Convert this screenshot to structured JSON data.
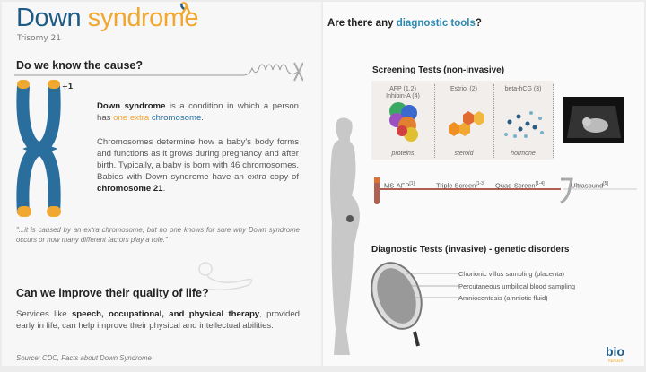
{
  "header": {
    "title_part1": "Down",
    "title_part2": "syndrome",
    "subtitle": "Trisomy 21"
  },
  "cause": {
    "heading": "Do we know the cause?",
    "extra_label": "+1",
    "p1_bold": "Down syndrome",
    "p1_mid": " is a condition in which a person has ",
    "p1_orange": "one extra",
    "p1_blue": "chromosome",
    "p1_end": ".",
    "p2": "Chromosomes determine how a baby's body forms and functions as it grows during pregnancy and after birth. Typically, a baby is born with 46 chromosomes. Babies with Down syndrome have an extra copy of ",
    "p2_bold": "chromosome 21",
    "p2_end": ".",
    "quote": "\"...it is caused by an extra chromosome, but no one knows for sure why Down syndrome occurs or how many different factors play a role.\""
  },
  "quality": {
    "heading": "Can we improve their quality of life?",
    "text_start": "Services like ",
    "text_bold": "speech, occupational, and physical therapy",
    "text_end": ", provided early in life, can help improve their physical and intellectual abilities.",
    "source": "Source: CDC, Facts about Down Syndrome"
  },
  "tools": {
    "heading_start": "Are there any ",
    "heading_accent": "diagnostic tools",
    "heading_end": "?"
  },
  "screening": {
    "heading": "Screening Tests  (non-invasive)",
    "columns": [
      {
        "label": "AFP (1,2)\nInhibin-A (4)",
        "type": "proteins"
      },
      {
        "label": "Estriol (2)",
        "type": "steroid"
      },
      {
        "label": "beta-hCG (3)",
        "type": "hormone"
      }
    ],
    "timeline": [
      {
        "label": "MS-AFP",
        "ref": "[1]"
      },
      {
        "label": "Triple Screen",
        "ref": "[1-3]"
      },
      {
        "label": "Quad-Screen",
        "ref": "[1-4]"
      },
      {
        "label": "Ultrasound",
        "ref": "[5]"
      }
    ]
  },
  "diagnostic": {
    "heading": "Diagnostic Tests (invasive) - genetic disorders",
    "items": [
      "Chorionic villus sampling (placenta)",
      "Percutaneous umbilical blood sampling",
      "Amniocentesis (amniotic fluid)"
    ]
  },
  "logo": {
    "text": "bio",
    "subtext": "RENDER"
  },
  "colors": {
    "blue": "#1f5a84",
    "orange": "#f0a830",
    "chromosome": "#2a6e9e",
    "timeline": "#b06050"
  }
}
